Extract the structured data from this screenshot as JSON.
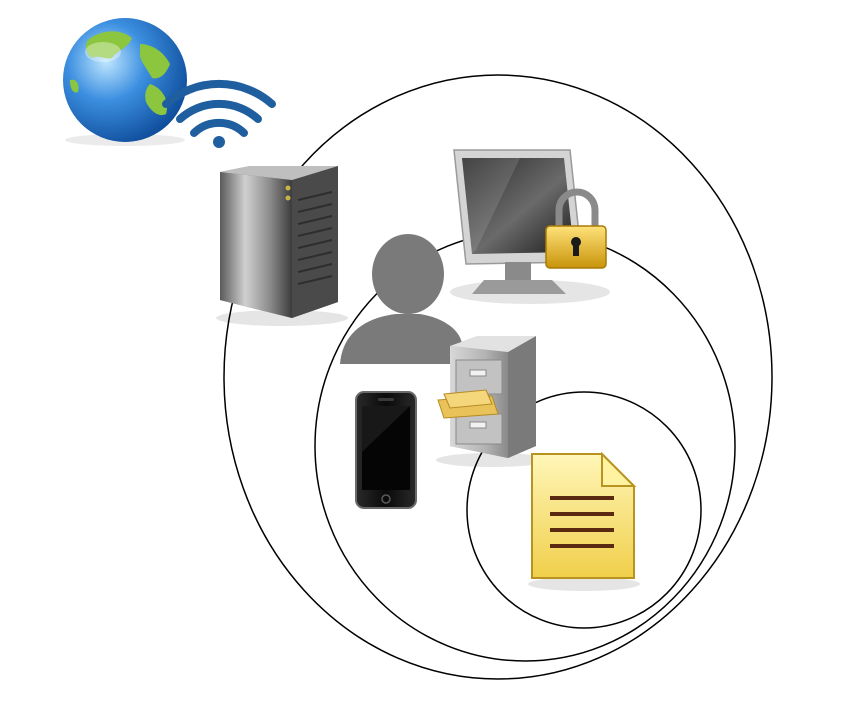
{
  "diagram": {
    "rings": [
      {
        "id": "outer",
        "stroke": "#000000"
      },
      {
        "id": "middle",
        "stroke": "#000000"
      },
      {
        "id": "inner",
        "stroke": "#000000"
      }
    ],
    "icons": [
      {
        "id": "globe-wifi",
        "name": "globe-with-wifi-icon"
      },
      {
        "id": "server",
        "name": "server-tower-icon"
      },
      {
        "id": "locked-monitor",
        "name": "locked-monitor-icon"
      },
      {
        "id": "user",
        "name": "user-silhouette-icon"
      },
      {
        "id": "filing-cabinet",
        "name": "filing-cabinet-icon"
      },
      {
        "id": "smartphone",
        "name": "smartphone-icon"
      },
      {
        "id": "document",
        "name": "document-icon"
      }
    ],
    "colors": {
      "globe_ocean": "#3c8fe0",
      "globe_land": "#8cc63f",
      "wifi": "#1f5fa0",
      "server": "#8a8a8a",
      "user": "#7a7a7a",
      "lock": "#e8b920",
      "document": "#f5e27a",
      "document_lines": "#5a2a10",
      "phone": "#111111"
    }
  }
}
